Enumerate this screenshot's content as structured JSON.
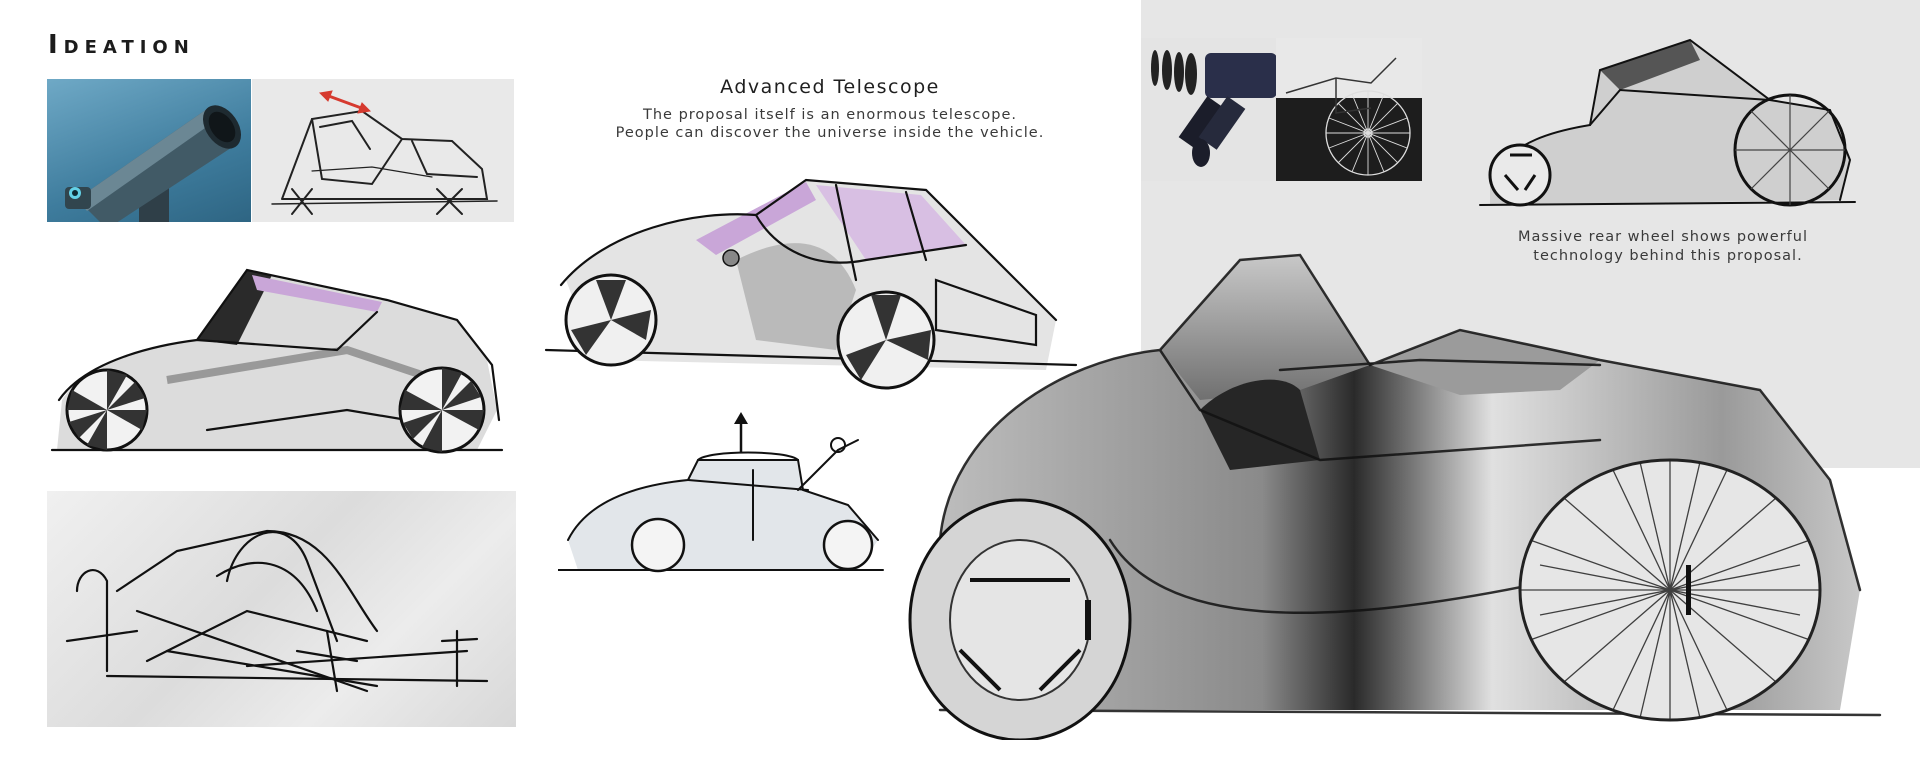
{
  "page": {
    "section_title": "Ideation"
  },
  "center_caption": {
    "title": "Advanced Telescope",
    "line1": "The proposal itself is an enormous telescope.",
    "line2": "People can discover the universe inside the vehicle."
  },
  "right_caption": {
    "line1": "Massive rear wheel shows powerful",
    "line2": "technology behind this proposal."
  },
  "colors": {
    "accent_purple": "#c9a6d8",
    "telescope_blue": "#3e7c9d",
    "arrow_red": "#d63a2f",
    "panel_gray": "#e6e6e6"
  },
  "icons": [
    "telescope-render",
    "parts-exploded",
    "horse-carriage-photo",
    "up-arrow"
  ]
}
